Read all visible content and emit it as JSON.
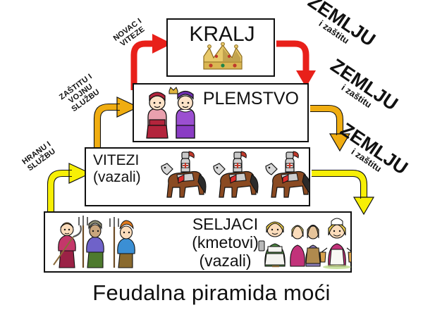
{
  "title": "Feudalna piramida moći",
  "tiers": [
    {
      "id": "kralj",
      "label": "KRALJ",
      "sub": "",
      "sub2": "",
      "icon": "crown-icon"
    },
    {
      "id": "plemstvo",
      "label": "PLEMSTVO",
      "sub": "",
      "sub2": "",
      "icon": "noble-couple-icon"
    },
    {
      "id": "vitezi",
      "label": "VITEZI",
      "sub": "(vazali)",
      "sub2": "",
      "icon": "mounted-knight-icon"
    },
    {
      "id": "seljaci",
      "label": "SELJACI",
      "sub": "(kmetovi)",
      "sub2": "(vazali)",
      "icon": "peasant-icon"
    }
  ],
  "flows_up": [
    {
      "id": "novac",
      "line1": "NOVAC I",
      "line2": "VITEZE",
      "line3": "",
      "color": "#e8201a"
    },
    {
      "id": "zastitu",
      "line1": "ZAŠTITU I",
      "line2": "VOJNU",
      "line3": "SLUŽBU",
      "color": "#f0ad11"
    },
    {
      "id": "hranu",
      "line1": "HRANU I",
      "line2": "SLUŽBU",
      "line3": "",
      "color": "#f7ef06"
    }
  ],
  "flows_down": [
    {
      "id": "zemlju-1",
      "big": "ZEMLJU",
      "small": "i zaštitu",
      "color": "#e8201a"
    },
    {
      "id": "zemlju-2",
      "big": "ZEMLJU",
      "small": "i zaštitu",
      "color": "#f0ad11"
    },
    {
      "id": "zemlju-3",
      "big": "ZEMLJU",
      "small": "i zaštitu",
      "color": "#f7ef06"
    }
  ],
  "colors": {
    "red": "#e8201a",
    "gold": "#f0ad11",
    "yellow": "#f7ef06",
    "outline": "#111111",
    "background": "#ffffff"
  }
}
